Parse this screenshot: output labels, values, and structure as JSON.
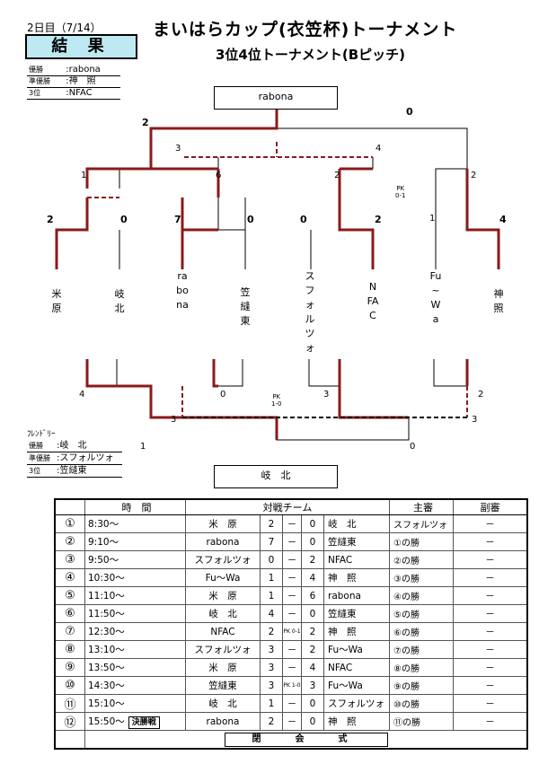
{
  "header": {
    "day": "2日目（7/14）",
    "result_label": "結 果",
    "title": "まいはらカップ(衣笠杯)トーナメント",
    "subtitle": "3位4位トーナメント(Bピッチ)"
  },
  "results": [
    {
      "label": "優勝",
      "value": ":rabona"
    },
    {
      "label": "準優勝",
      "value": ":神　照"
    },
    {
      "label": "3位",
      "value": ":NFAC"
    }
  ],
  "friendly": {
    "title": "ﾌﾚﾝﾄﾞﾘｰ",
    "rows": [
      {
        "label": "優勝",
        "value": ":岐　北"
      },
      {
        "label": "準優勝",
        "value": ":スフォルツォ"
      },
      {
        "label": "3位",
        "value": ":笠縫東"
      }
    ]
  },
  "bracket": {
    "top_winner": "rabona",
    "bottom_winner": "岐　北",
    "teams": [
      "米原",
      "岐北",
      "rabona",
      "笠縫東",
      "スフォルツォ",
      "NFAC",
      "Fu~Wa",
      "神照"
    ],
    "top_scores": {
      "final_left": "2",
      "final_right": "0",
      "semi_l": "3",
      "semi_r": "4",
      "qf1": "1",
      "qf2": "6",
      "qf3": "2",
      "qf4": "2",
      "r1": [
        "2",
        "0",
        "7",
        "0",
        "0",
        "2",
        "1",
        "4"
      ],
      "pk_label": "PK",
      "pk_score": "0-1"
    },
    "bottom_scores": {
      "l1": "4",
      "l2": "0",
      "l3": "3",
      "l4": "2",
      "s1": "3",
      "s2": "3",
      "f1": "1",
      "f2": "0",
      "pk_label": "PK",
      "pk_score": "1-0"
    }
  },
  "schedule": {
    "headers": [
      "時　間",
      "対戦チーム",
      "主審",
      "副審"
    ],
    "rows": [
      {
        "no": "①",
        "time": "8:30～",
        "t1": "米　原",
        "s1": "2",
        "d": "－",
        "s2": "0",
        "t2": "岐　北",
        "ref": "スフォルツォ",
        "sub": "－"
      },
      {
        "no": "②",
        "time": "9:10～",
        "t1": "rabona",
        "s1": "7",
        "d": "－",
        "s2": "0",
        "t2": "笠縫東",
        "ref": "①の勝",
        "sub": "－"
      },
      {
        "no": "③",
        "time": "9:50～",
        "t1": "スフォルツォ",
        "s1": "0",
        "d": "－",
        "s2": "2",
        "t2": "NFAC",
        "ref": "②の勝",
        "sub": "－"
      },
      {
        "no": "④",
        "time": "10:30～",
        "t1": "Fu～Wa",
        "s1": "1",
        "d": "－",
        "s2": "4",
        "t2": "神　照",
        "ref": "③の勝",
        "sub": "－"
      },
      {
        "no": "⑤",
        "time": "11:10～",
        "t1": "米　原",
        "s1": "1",
        "d": "－",
        "s2": "6",
        "t2": "rabona",
        "ref": "④の勝",
        "sub": "－"
      },
      {
        "no": "⑥",
        "time": "11:50～",
        "t1": "岐　北",
        "s1": "4",
        "d": "－",
        "s2": "0",
        "t2": "笠縫東",
        "ref": "⑤の勝",
        "sub": "－"
      },
      {
        "no": "⑦",
        "time": "12:30～",
        "t1": "NFAC",
        "s1": "2",
        "d": "PK 0-1",
        "s2": "2",
        "t2": "神　照",
        "ref": "⑥の勝",
        "sub": "－"
      },
      {
        "no": "⑧",
        "time": "13:10～",
        "t1": "スフォルツォ",
        "s1": "3",
        "d": "－",
        "s2": "2",
        "t2": "Fu～Wa",
        "ref": "⑦の勝",
        "sub": "－"
      },
      {
        "no": "⑨",
        "time": "13:50～",
        "t1": "米　原",
        "s1": "3",
        "d": "－",
        "s2": "4",
        "t2": "NFAC",
        "ref": "⑧の勝",
        "sub": "－"
      },
      {
        "no": "⑩",
        "time": "14:30～",
        "t1": "笠縫東",
        "s1": "3",
        "d": "PK 1-0",
        "s2": "3",
        "t2": "Fu～Wa",
        "ref": "⑨の勝",
        "sub": "－"
      },
      {
        "no": "⑪",
        "time": "15:10～",
        "t1": "岐　北",
        "s1": "1",
        "d": "－",
        "s2": "0",
        "t2": "スフォルツォ",
        "ref": "⑩の勝",
        "sub": "－"
      },
      {
        "no": "⑫",
        "time": "15:50～",
        "badge": "決勝戦",
        "t1": "rabona",
        "s1": "2",
        "d": "－",
        "s2": "0",
        "t2": "神　照",
        "ref": "⑪の勝",
        "sub": "－"
      }
    ],
    "closing": "閉　会　式"
  }
}
